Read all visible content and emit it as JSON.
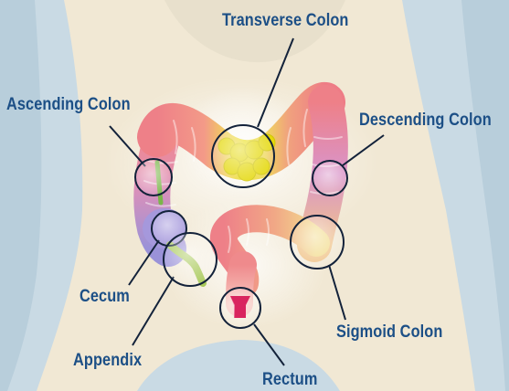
{
  "diagram": {
    "labels": {
      "transverse": "Transverse Colon",
      "ascending": "Ascending Colon",
      "descending": "Descending Colon",
      "cecum": "Cecum",
      "appendix": "Appendix",
      "sigmoid": "Sigmoid Colon",
      "rectum": "Rectum"
    },
    "colors": {
      "background": "#f1e8d4",
      "body_silhouette": "#c2d5e1",
      "label_text": "#1c4f86",
      "leader_line": "#13223a",
      "colon_red": "#ef7f84",
      "colon_yellow": "#e9dc0e",
      "colon_purple": "#9a8fd2",
      "appendix_green": "#9fc24a",
      "rectum_magenta": "#d9245f"
    }
  }
}
